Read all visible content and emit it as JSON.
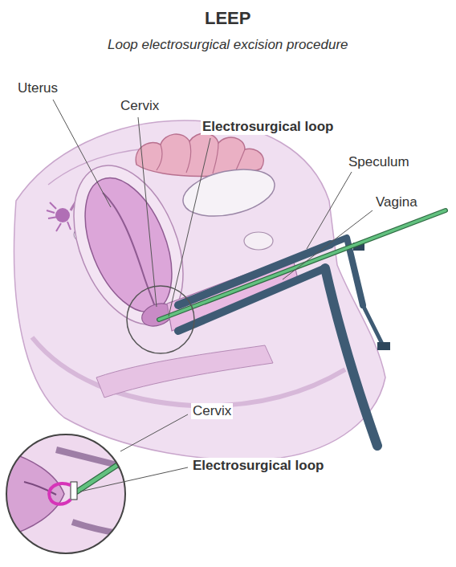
{
  "diagram": {
    "title": "LEEP",
    "labels": [
      "Loop electrosurgical excision procedure",
      "Uterus",
      "Cervix",
      "Electrosurgical loop",
      "Speculum",
      "Vagina",
      "Cervix",
      "Electrosurgical loop"
    ]
  }
}
